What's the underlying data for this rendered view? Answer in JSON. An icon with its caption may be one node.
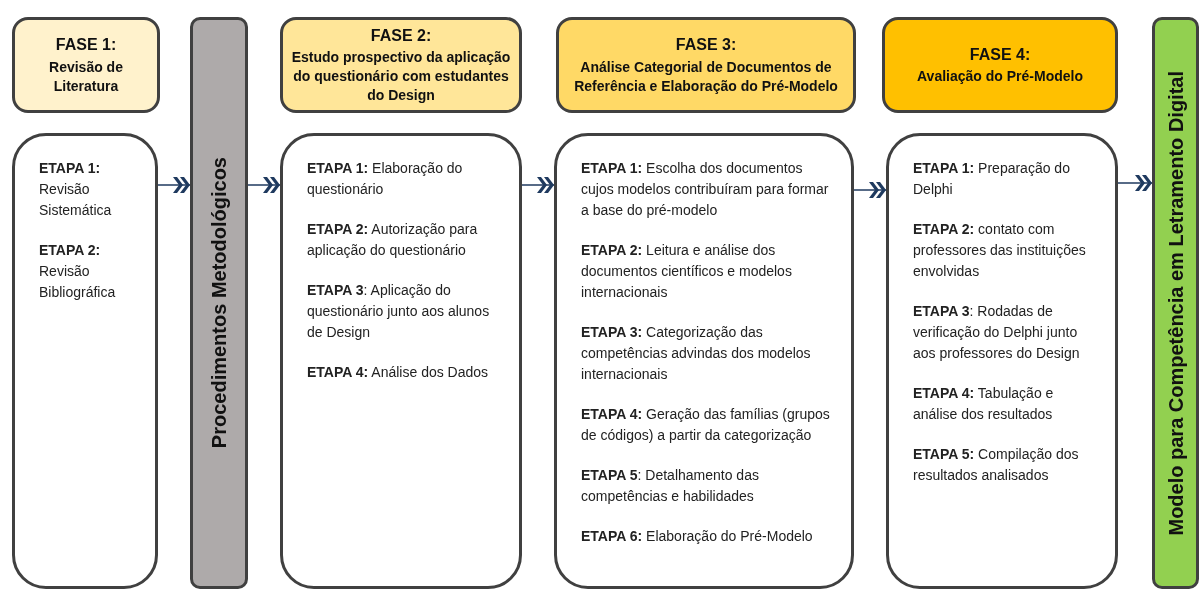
{
  "diagram": {
    "nodes": [
      {
        "text": [
          "FASE 1:",
          "Revisão de Literatura"
        ]
      },
      {
        "text": [
          "**ETAPA 1:** Revisão Sistemática",
          "**ETAPA 2:** Revisão Bibliográfica"
        ]
      },
      {
        "text": [
          "Procedimentos Metodológicos"
        ]
      },
      {
        "text": [
          "FASE 2:",
          "Estudo prospectivo da aplicação do questionário com estudantes do Design"
        ]
      },
      {
        "text": [
          "**ETAPA 1:** Elaboração do questionário",
          "**ETAPA 2:** Autorização para aplicação do questionário",
          "**ETAPA 3**: Aplicação do questionário junto aos alunos de Design",
          "**ETAPA 4:** Análise dos Dados"
        ]
      },
      {
        "text": [
          "FASE 3:",
          "Análise Categorial de Documentos de Referência e Elaboração do Pré-Modelo"
        ]
      },
      {
        "text": [
          "**ETAPA 1:** Escolha dos documentos cujos modelos contribuíram para formar a base do pré-modelo",
          "**ETAPA 2:** Leitura e análise dos documentos científicos e modelos internacionais",
          "**ETAPA 3:** Categorização das competências advindas dos modelos internacionais",
          "**ETAPA 4:** Geração das famílias (grupos de códigos) a partir da categorização",
          "**ETAPA 5**: Detalhamento das competências e habilidades",
          "**ETAPA 6:** Elaboração do Pré-Modelo"
        ]
      },
      {
        "text": [
          "FASE 4:",
          "Avaliação do Pré-Modelo"
        ]
      },
      {
        "text": [
          "**ETAPA 1:** Preparação do Delphi",
          "**ETAPA 2:** contato com professores das instituições envolvidas",
          "**ETAPA 3**: Rodadas de verificação do Delphi junto aos professores do Design",
          "**ETAPA 4:** Tabulação e análise dos resultados",
          "**ETAPA 5:** Compilação dos resultados analisados"
        ]
      },
      {
        "text": [
          "Modelo para Competência em Letramento Digital"
        ]
      }
    ],
    "edges": [
      {
        "from": 1,
        "to": 2,
        "arrow": "to"
      },
      {
        "from": 2,
        "to": 4,
        "arrow": "to"
      },
      {
        "from": 4,
        "to": 6,
        "arrow": "to"
      },
      {
        "from": 6,
        "to": 8,
        "arrow": "to"
      },
      {
        "from": 8,
        "to": 9,
        "arrow": "to"
      }
    ]
  }
}
